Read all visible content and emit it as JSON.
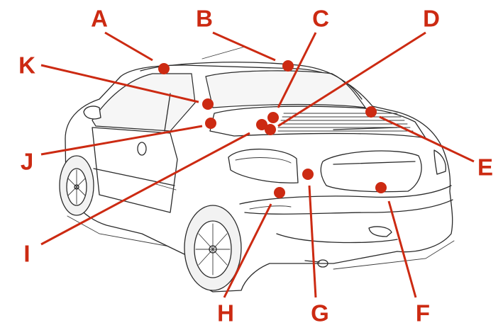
{
  "diagram": {
    "accent_color": "#cc2a12",
    "callouts": [
      {
        "id": "A",
        "label": "A"
      },
      {
        "id": "B",
        "label": "B"
      },
      {
        "id": "C",
        "label": "C"
      },
      {
        "id": "D",
        "label": "D"
      },
      {
        "id": "E",
        "label": "E"
      },
      {
        "id": "F",
        "label": "F"
      },
      {
        "id": "G",
        "label": "G"
      },
      {
        "id": "H",
        "label": "H"
      },
      {
        "id": "I",
        "label": "I"
      },
      {
        "id": "J",
        "label": "J"
      },
      {
        "id": "K",
        "label": "K"
      }
    ]
  }
}
